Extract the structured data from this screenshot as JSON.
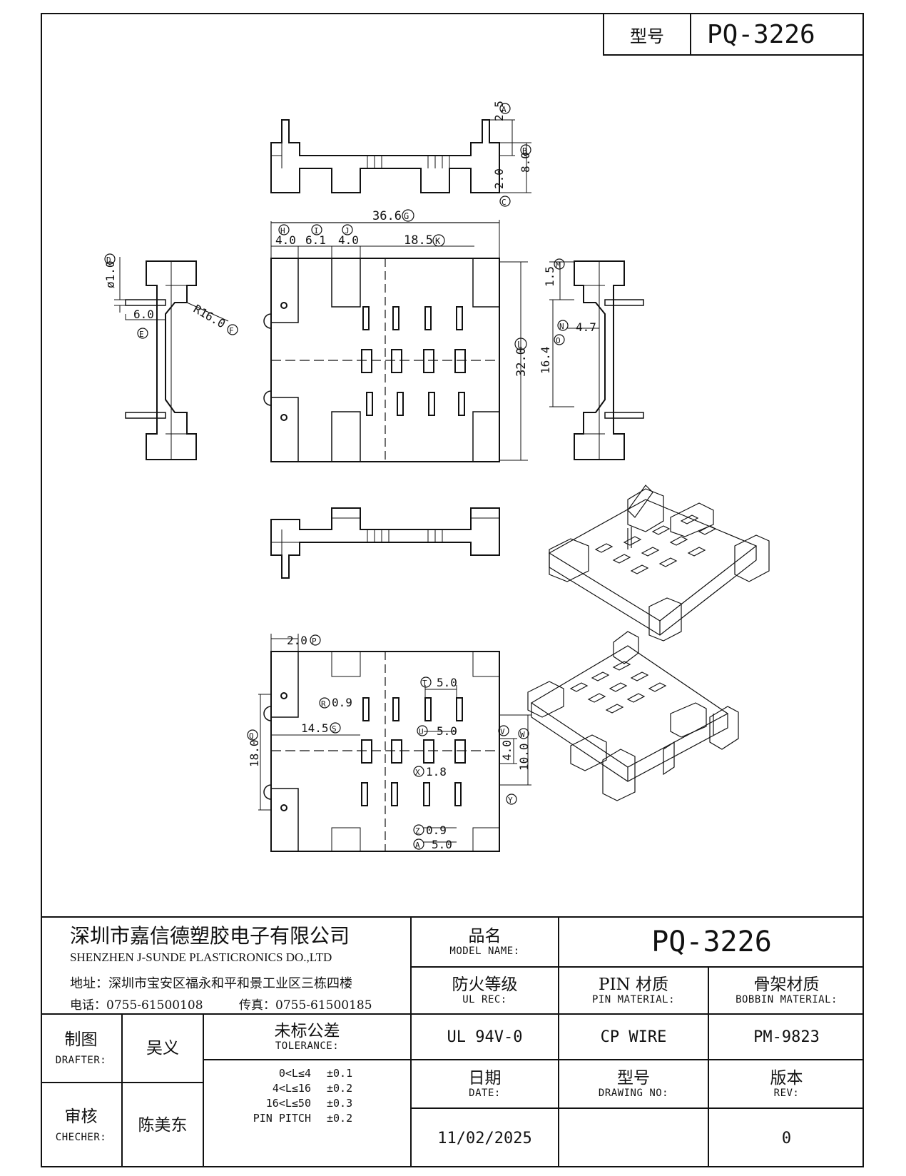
{
  "header": {
    "model_label": "型号",
    "model_value": "PQ-3226"
  },
  "drawing": {
    "dims_top": [
      "2.5",
      "8.0",
      "2.0"
    ],
    "markers_top": [
      "A",
      "B",
      "C"
    ],
    "dims_width": [
      "36.6",
      "4.0",
      "6.1",
      "4.0",
      "18.5"
    ],
    "markers_width": [
      "G",
      "H",
      "I",
      "J",
      "K"
    ],
    "dim_height": "32.0",
    "marker_height": "L",
    "left_view": {
      "pin_dia": "ø1.0",
      "pin_dia_marker": "D",
      "pin_len": "6.0",
      "pin_len_marker": "E",
      "radius": "R16.0",
      "radius_marker": "F"
    },
    "right_view": {
      "d1": "1.5",
      "m1": "M",
      "d2": "4.7",
      "m2": "N",
      "d3": "16.4",
      "m3": "O"
    },
    "bottom_view": {
      "d_p": "2.0",
      "m_p": "P",
      "d_q": "18.0",
      "m_q": "Q",
      "d_r": "0.9",
      "m_r": "R",
      "d_s": "14.5",
      "m_s": "S",
      "d_t": "5.0",
      "m_t": "T",
      "d_u": "5.0",
      "m_u": "U",
      "d_v": "4.0",
      "m_v": "V",
      "d_w": "10.0",
      "m_w": "W",
      "d_x": "1.8",
      "m_x": "X",
      "m_y": "Y",
      "d_z": "0.9",
      "m_z": "Z",
      "d_a2": "5.0",
      "m_a2": "A"
    }
  },
  "title_block": {
    "company_cn": "深圳市嘉信德塑胶电子有限公司",
    "company_en": "SHENZHEN J-SUNDE PLASTICRONICS DO.,LTD",
    "address": "地址：深圳市宝安区福永和平和景工业区三栋四楼",
    "phone": "电话：0755-61500108",
    "fax": "传真：0755-61500185",
    "model_name_cn": "品名",
    "model_name_en": "MODEL NAME:",
    "model_name_value": "PQ-3226",
    "ul_cn": "防火等级",
    "ul_en": "UL REC:",
    "ul_value": "UL 94V-0",
    "pin_cn": "PIN 材质",
    "pin_en": "PIN MATERIAL:",
    "pin_value": "CP WIRE",
    "bobbin_cn": "骨架材质",
    "bobbin_en": "BOBBIN MATERIAL:",
    "bobbin_value": "PM-9823",
    "drafter_cn": "制图",
    "drafter_en": "DRAFTER:",
    "drafter_name": "吴义",
    "checker_cn": "审核",
    "checker_en": "CHECHER:",
    "checker_name": "陈美东",
    "tolerance_cn": "未标公差",
    "tolerance_en": "TOLERANCE:",
    "tolerances": [
      {
        "range": "0<L≤4",
        "value": "±0.1"
      },
      {
        "range": "4<L≤16",
        "value": "±0.2"
      },
      {
        "range": "16<L≤50",
        "value": "±0.3"
      },
      {
        "range": "PIN PITCH",
        "value": "±0.2"
      }
    ],
    "date_cn": "日期",
    "date_en": "DATE:",
    "date_value": "11/02/2025",
    "drawing_no_cn": "型号",
    "drawing_no_en": "DRAWING NO:",
    "drawing_no_value": "",
    "rev_cn": "版本",
    "rev_en": "REV:",
    "rev_value": "0"
  }
}
